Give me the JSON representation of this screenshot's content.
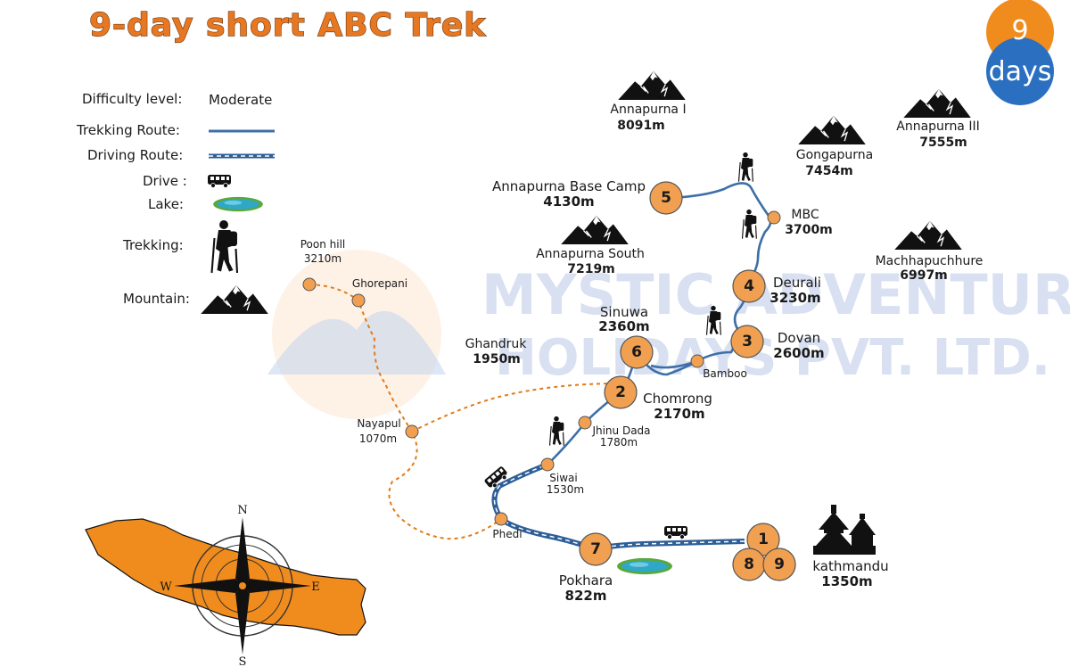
{
  "title": "9-day short ABC Trek",
  "badge": {
    "number": "9",
    "unit": "days"
  },
  "watermark": {
    "line1": "MYSTIC ADVENTURE",
    "line2": "HOLIDAYS PVT. LTD."
  },
  "legend": {
    "difficulty_label": "Difficulty level:",
    "difficulty_value": "Moderate",
    "trekking_route_label": "Trekking Route:",
    "driving_route_label": "Driving Route:",
    "drive_label": "Drive :",
    "lake_label": "Lake:",
    "trekking_label": "Trekking:",
    "mountain_label": "Mountain:"
  },
  "mountains": [
    {
      "name": "Annapurna I",
      "elevation": "8091m"
    },
    {
      "name": "Annapurna III",
      "elevation": "7555m"
    },
    {
      "name": "Gongapurna",
      "elevation": "7454m"
    },
    {
      "name": "Annapurna South",
      "elevation": "7219m"
    },
    {
      "name": "Machhapuchhure",
      "elevation": "6997m"
    }
  ],
  "stops": [
    {
      "day": "1",
      "name": "kathmandu",
      "elevation": "1350m"
    },
    {
      "day": "2",
      "name": "Chomrong",
      "elevation": "2170m"
    },
    {
      "day": "3",
      "name": "Dovan",
      "elevation": "2600m"
    },
    {
      "day": "4",
      "name": "Deurali",
      "elevation": "3230m"
    },
    {
      "day": "5",
      "name": "Annapurna Base Camp",
      "elevation": "4130m"
    },
    {
      "day": "6",
      "name": "Sinuwa",
      "elevation": "2360m"
    },
    {
      "day": "7",
      "name": "Pokhara",
      "elevation": "822m"
    },
    {
      "day": "8",
      "name": "",
      "elevation": ""
    },
    {
      "day": "9",
      "name": "",
      "elevation": ""
    }
  ],
  "mbc": {
    "name": "MBC",
    "elevation": "3700m"
  },
  "ghandruk": {
    "name": "Ghandruk",
    "elevation": "1950m"
  },
  "waypoints": [
    {
      "name": "Poon hill",
      "elevation": "3210m"
    },
    {
      "name": "Ghorepani",
      "elevation": ""
    },
    {
      "name": "Nayapul",
      "elevation": "1070m"
    },
    {
      "name": "Jhinu Dada",
      "elevation": "1780m"
    },
    {
      "name": "Siwai",
      "elevation": "1530m"
    },
    {
      "name": "Phedi",
      "elevation": ""
    },
    {
      "name": "Bamboo",
      "elevation": ""
    }
  ],
  "compass": {
    "n": "N",
    "s": "S",
    "e": "E",
    "w": "W"
  },
  "colors": {
    "title": "#e87722",
    "stop_fill": "#f0a050",
    "trek_route": "#3d6fa8",
    "drive_route": "#2e5f98",
    "alt_route": "#e07b1a",
    "badge_top": "#f08c1e",
    "badge_bottom": "#2a6fc0",
    "nepal_map": "#f08c1e"
  }
}
